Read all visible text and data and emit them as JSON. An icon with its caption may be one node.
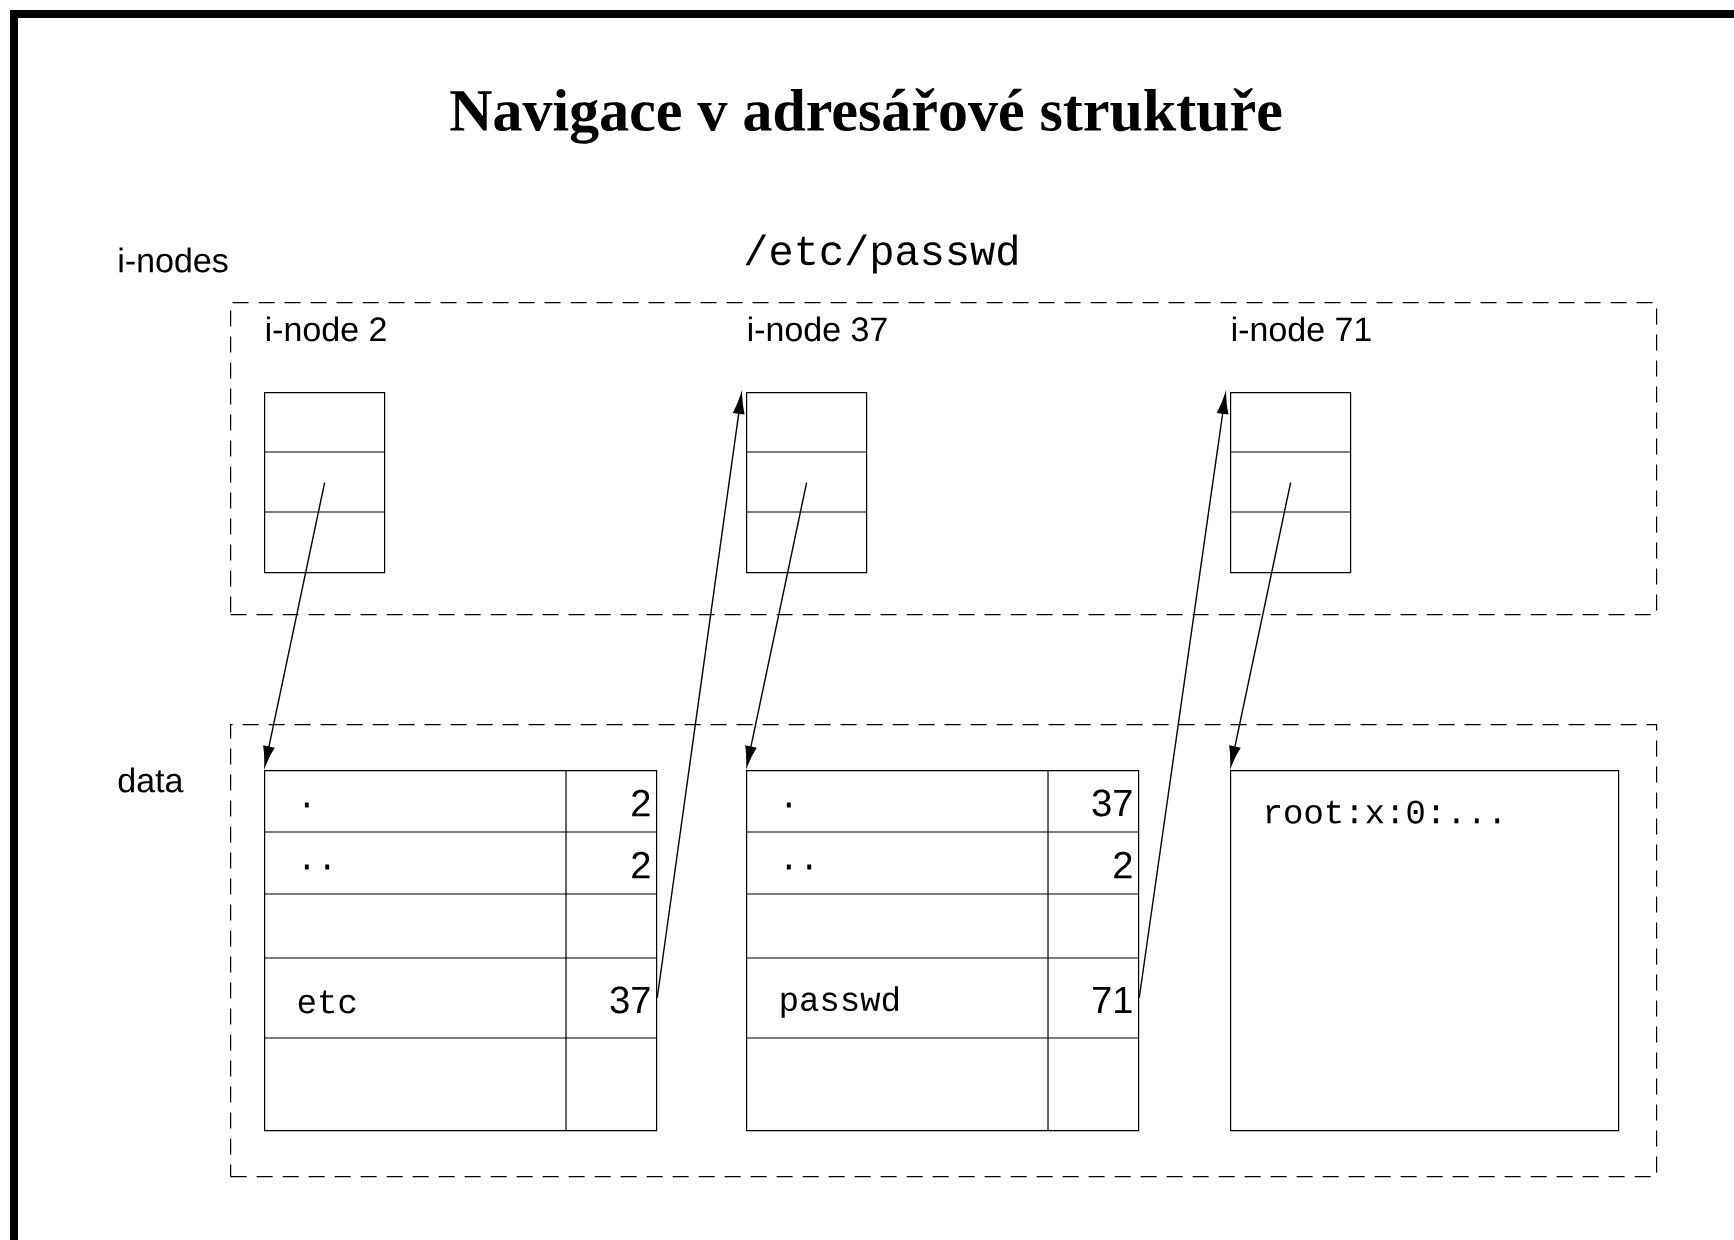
{
  "diagram": {
    "title": "Navigace v adresářové struktuře",
    "nodes": [
      {
        "text": [
          "i-nodes"
        ]
      },
      {
        "text": [
          "i-node 2"
        ],
        "in": 0
      },
      {
        "text": [
          "i-node 37"
        ],
        "in": 0
      },
      {
        "text": [
          "i-node 71"
        ],
        "in": 0
      },
      {
        "text": [
          "data"
        ]
      },
      {
        "text": [
          ".",
          "2",
          "..",
          "2",
          "etc",
          "37"
        ],
        "in": 4
      },
      {
        "text": [
          ".",
          "37",
          "..",
          "2",
          "passwd",
          "71"
        ],
        "in": 4
      },
      {
        "text": [
          "root:x:0:..."
        ],
        "in": 4
      }
    ],
    "edges": [
      {
        "from": 1,
        "to": 5,
        "arrow": "to"
      },
      {
        "from": 5,
        "to": 2,
        "arrow": "to"
      },
      {
        "from": 2,
        "to": 6,
        "arrow": "to"
      },
      {
        "from": 6,
        "to": 3,
        "arrow": "to"
      },
      {
        "from": 3,
        "to": 7,
        "arrow": "to"
      }
    ],
    "labels": [
      "/etc/passwd"
    ]
  }
}
